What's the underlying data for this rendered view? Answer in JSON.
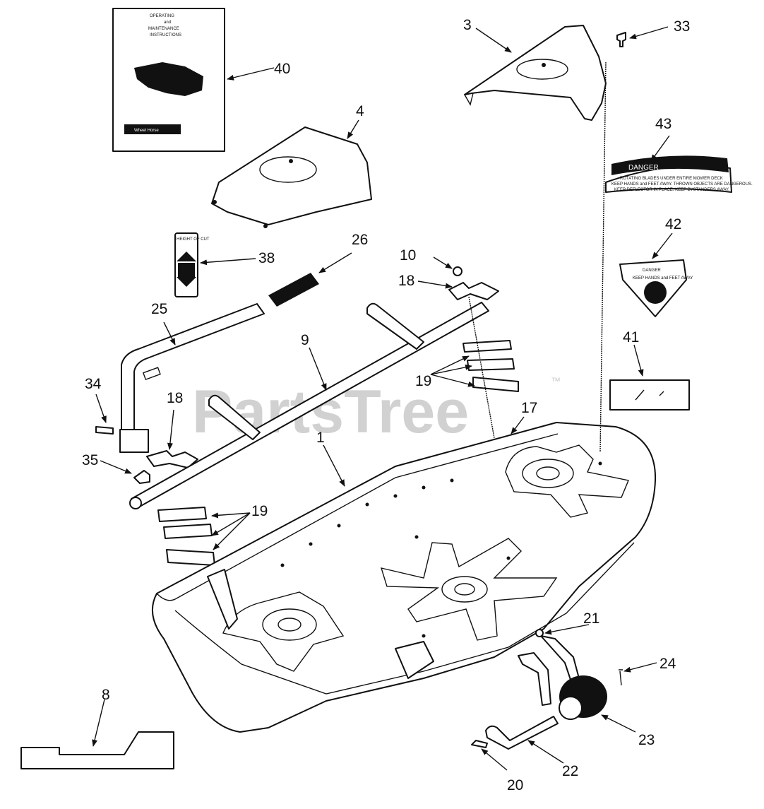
{
  "watermark": {
    "text": "PartsTree",
    "trademark": "™"
  },
  "manual": {
    "title_lines": [
      "OPERATING",
      "and",
      "MAINTENANCE",
      "INSTRUCTIONS"
    ],
    "brand": "Wheel Horse"
  },
  "decal_danger": {
    "heading": "DANGER",
    "lines": [
      "ROTATING BLADES UNDER ENTIRE MOWER DECK",
      "KEEP HANDS and FEET AWAY. THROWN OBJECTS ARE DANGEROUS.",
      "KEEP DEFLECTOR IN PLACE. KEEP BYSTANDERS AWAY."
    ]
  },
  "decal_42": {
    "heading": "DANGER",
    "text": "KEEP HANDS and FEET AWAY"
  },
  "decal_38": {
    "title": "HEIGHT OF CUT"
  },
  "callouts": [
    "1",
    "3",
    "4",
    "8",
    "9",
    "10",
    "17",
    "18",
    "18",
    "19",
    "19",
    "20",
    "21",
    "22",
    "23",
    "24",
    "25",
    "26",
    "33",
    "34",
    "35",
    "38",
    "40",
    "41",
    "42",
    "43"
  ]
}
